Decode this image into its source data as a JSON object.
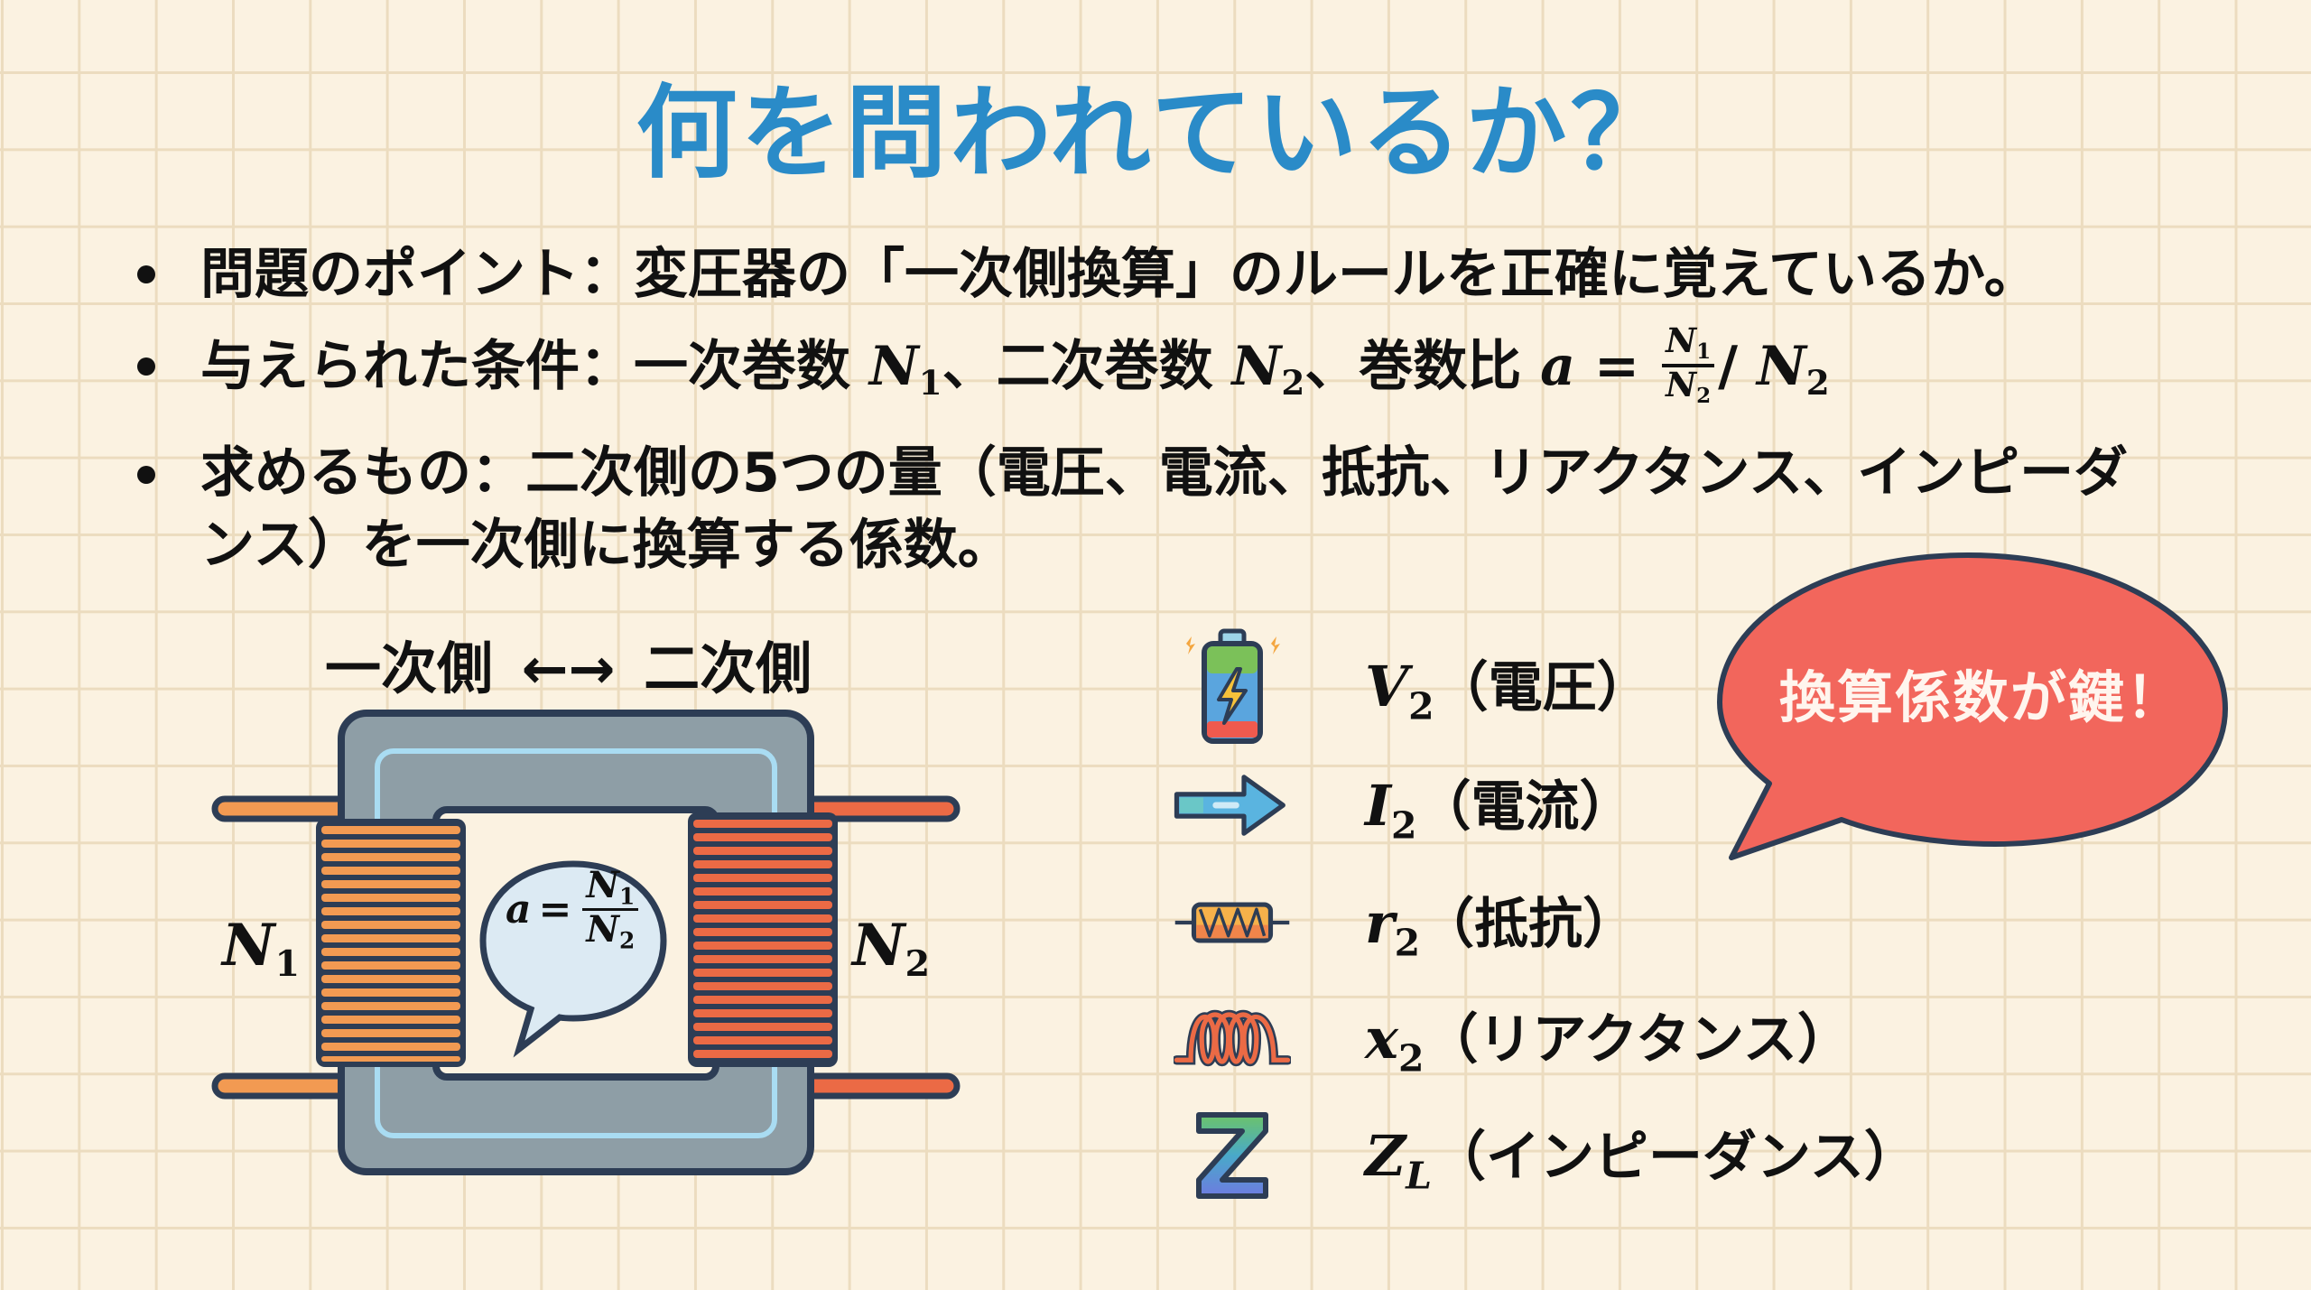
{
  "title": "何を問われているか？",
  "bullets": [
    {
      "label": "問題のポイント：",
      "text": "変圧器の「一次側換算」のルールを正確に覚えているか。"
    },
    {
      "label": "与えられた条件：",
      "text_a": "一次巻数 ",
      "n1": "N",
      "n1_sub": "1",
      "text_b": "、二次巻数 ",
      "n2": "N",
      "n2_sub": "2",
      "text_c": "、巻数比 ",
      "a": "a",
      "eq": " = ",
      "frac_num": "N",
      "frac_num_sub": "1",
      "frac_den": "N",
      "frac_den_sub": "2",
      "tail": "/ ",
      "tail_n": "N",
      "tail_sub": "2"
    },
    {
      "label": "求めるもの：",
      "line1": "二次側の5つの量（電圧、電流、抵抗、リアクタンス、インピーダ",
      "line2": "ンス）を一次側に換算する係数。"
    }
  ],
  "diagram": {
    "header_left": "一次側",
    "header_arrow": "←→",
    "header_right": "二次側",
    "left_coil_label": "N",
    "left_coil_sub": "1",
    "right_coil_label": "N",
    "right_coil_sub": "2",
    "bubble_a": "a",
    "bubble_eq": "=",
    "bubble_num": "N",
    "bubble_num_sub": "1",
    "bubble_den": "N",
    "bubble_den_sub": "2",
    "colors": {
      "core": "#8e9ea6",
      "core_outline": "#2d3d55",
      "core_inner_line": "#a9dcf2",
      "primary_coil": "#f29a52",
      "secondary_coil": "#eb6a45",
      "bubble_fill": "#dceaf3"
    }
  },
  "quantities": [
    {
      "icon": "battery-icon",
      "symbol": "V",
      "sub": "2",
      "label": "（電圧）"
    },
    {
      "icon": "current-arrow-icon",
      "symbol": "I",
      "sub": "2",
      "label": "（電流）"
    },
    {
      "icon": "resistor-icon",
      "symbol": "r",
      "sub": "2",
      "label": "（抵抗）"
    },
    {
      "icon": "inductor-coil-icon",
      "symbol": "x",
      "sub": "2",
      "label": "（リアクタンス）"
    },
    {
      "icon": "impedance-z-icon",
      "symbol": "Z",
      "sub": "L",
      "label": "（インピーダンス）"
    }
  ],
  "callout": {
    "text": "換算係数が鍵！",
    "fill": "#f2665c",
    "outline": "#2d3d55"
  },
  "colors": {
    "background": "#fbf2e1",
    "grid": "#ecdcbf",
    "title": "#2a8bc8",
    "text": "#111111"
  }
}
